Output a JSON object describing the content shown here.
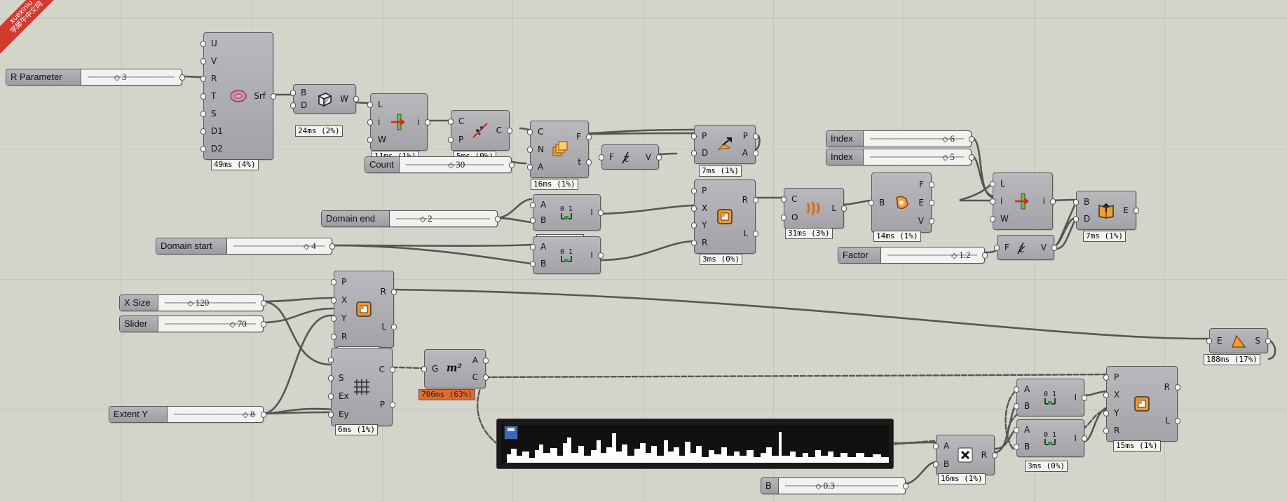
{
  "watermark": {
    "line1": "xuexiniu",
    "line2": "学犀牛中文网"
  },
  "sliders": {
    "r_parameter": {
      "label": "R Parameter",
      "value": "3"
    },
    "count": {
      "label": "Count",
      "value": "30"
    },
    "domain_end": {
      "label": "Domain end",
      "value": "2"
    },
    "domain_start": {
      "label": "Domain start",
      "value": "4"
    },
    "index1": {
      "label": "Index",
      "value": "6"
    },
    "index2": {
      "label": "Index",
      "value": "5"
    },
    "factor": {
      "label": "Factor",
      "value": "1.2"
    },
    "x_size": {
      "label": "X Size",
      "value": "120"
    },
    "slider": {
      "label": "Slider",
      "value": "70"
    },
    "extent_y": {
      "label": "Extent Y",
      "value": "8"
    },
    "b": {
      "label": "B",
      "value": "0.3"
    }
  },
  "components": {
    "torus": {
      "inputs": [
        "U",
        "V",
        "R",
        "T",
        "S",
        "D1",
        "D2"
      ],
      "outputs": [
        "Srf"
      ],
      "time": "49ms (4%)",
      "icon": "torus-icon"
    },
    "brep_wire": {
      "inputs": [
        "B",
        "D"
      ],
      "outputs": [
        "W"
      ],
      "time": "24ms (2%)",
      "icon": "box-wire-icon"
    },
    "list_item1": {
      "inputs": [
        "L",
        "i",
        "W"
      ],
      "outputs": [
        "i"
      ],
      "time": "11ms (1%)",
      "icon": "list-item-icon"
    },
    "curve_component": {
      "inputs": [
        "C",
        "P"
      ],
      "outputs": [
        "C"
      ],
      "time": "5ms (0%)",
      "icon": "curve-icon"
    },
    "divide_curve": {
      "inputs": [
        "C",
        "N",
        "A"
      ],
      "outputs": [
        "F",
        "t"
      ],
      "time": "16ms (1%)",
      "icon": "divide-icon"
    },
    "expression1": {
      "inputs": [
        "F"
      ],
      "outputs": [
        "V"
      ],
      "time": "",
      "icon": "expression-icon"
    },
    "move_point": {
      "inputs": [
        "P",
        "D"
      ],
      "outputs": [
        "P",
        "A"
      ],
      "time": "7ms (1%)",
      "icon": "move-icon"
    },
    "remap1": {
      "inputs": [
        "A",
        "B"
      ],
      "outputs": [
        "I"
      ],
      "time": "13ms (1%)",
      "icon": "domain-icon"
    },
    "remap2": {
      "inputs": [
        "A",
        "B"
      ],
      "outputs": [
        "I"
      ],
      "time": "",
      "icon": "domain-icon"
    },
    "rectangle1": {
      "inputs": [
        "P",
        "X",
        "Y",
        "R"
      ],
      "outputs": [
        "R",
        "L"
      ],
      "time": "3ms (0%)",
      "icon": "rectangle-icon"
    },
    "loft": {
      "inputs": [
        "C",
        "O"
      ],
      "outputs": [
        "L"
      ],
      "time": "31ms (3%)",
      "icon": "loft-icon"
    },
    "deconstruct_brep": {
      "inputs": [
        "B"
      ],
      "outputs": [
        "F",
        "E",
        "V"
      ],
      "time": "14ms (1%)",
      "icon": "brep-icon"
    },
    "list_item2": {
      "inputs": [
        "L",
        "i",
        "W"
      ],
      "outputs": [
        "i"
      ],
      "time": "",
      "icon": "list-item-icon"
    },
    "book": {
      "inputs": [
        "B",
        "D"
      ],
      "outputs": [
        "E"
      ],
      "time": "7ms (1%)",
      "icon": "book-icon"
    },
    "expression2": {
      "inputs": [
        "F"
      ],
      "outputs": [
        "V"
      ],
      "time": "",
      "icon": "expression-icon"
    },
    "rectangle2": {
      "inputs": [
        "P",
        "X",
        "Y",
        "R"
      ],
      "outputs": [
        "R",
        "L"
      ],
      "time": "5ms (0%)",
      "icon": "rectangle-icon"
    },
    "box_rect": {
      "inputs": [
        "",
        "S",
        "Ex",
        "Ey"
      ],
      "outputs": [
        "C",
        "P"
      ],
      "time": "6ms (1%)",
      "icon": "grid-icon"
    },
    "area": {
      "inputs": [
        "G"
      ],
      "outputs": [
        "A",
        "C"
      ],
      "time": "706ms (63%)",
      "icon": "area-icon"
    },
    "extrude_end": {
      "inputs": [
        "E"
      ],
      "outputs": [
        "S"
      ],
      "time": "188ms (17%)",
      "icon": "extrude-icon"
    },
    "multiply": {
      "inputs": [
        "A",
        "B"
      ],
      "outputs": [
        "R"
      ],
      "time": "16ms (1%)",
      "icon": "multiply-icon"
    },
    "remap3": {
      "inputs": [
        "A",
        "B"
      ],
      "outputs": [
        "I"
      ],
      "time": "3ms (0%)",
      "icon": "domain-icon"
    },
    "remap4": {
      "inputs": [
        "A",
        "B"
      ],
      "outputs": [
        "I"
      ],
      "time": "3ms (0%)",
      "icon": "domain-icon"
    },
    "rectangle3": {
      "inputs": [
        "P",
        "X",
        "Y",
        "R"
      ],
      "outputs": [
        "R",
        "L"
      ],
      "time": "15ms (1%)",
      "icon": "rectangle-icon"
    }
  },
  "colors": {
    "wire": "#555555",
    "accent": "#e36a2e",
    "canvas": "#d5d4ca"
  }
}
